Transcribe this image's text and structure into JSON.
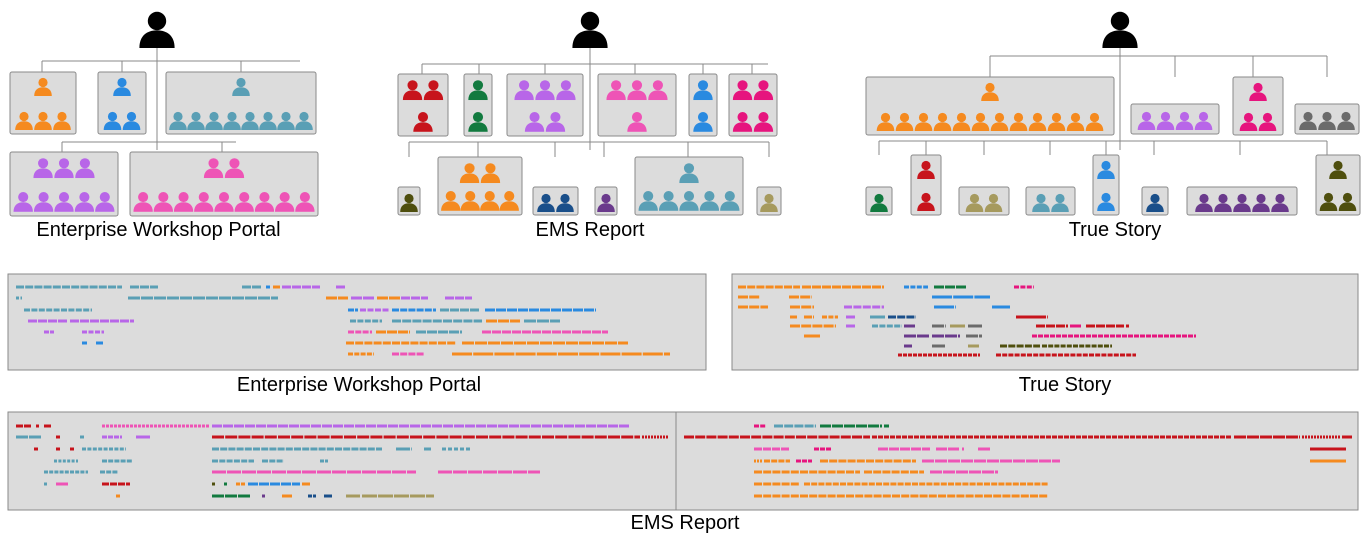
{
  "figure": {
    "captions": {
      "tree_left": "Enterprise Workshop Portal",
      "tree_mid": "EMS Report",
      "tree_right": "True Story",
      "timeline_ewp": "Enterprise Workshop Portal",
      "timeline_ts": "True Story",
      "timeline_ems": "EMS Report"
    },
    "colors": {
      "black": "#000000",
      "orange": "#F58A1F",
      "blue": "#2A8AE0",
      "teal": "#5A9FB5",
      "violet": "#B866E8",
      "pink": "#EE54B6",
      "magenta": "#E6157E",
      "red": "#C7141C",
      "green": "#127A3F",
      "navy": "#1A4F8A",
      "olive": "#4F4F0E",
      "khaki": "#A69A5E",
      "purple": "#6A3A8C",
      "gray": "#6B6B6B",
      "panel": "#DCDCDC",
      "line": "#888888"
    }
  }
}
